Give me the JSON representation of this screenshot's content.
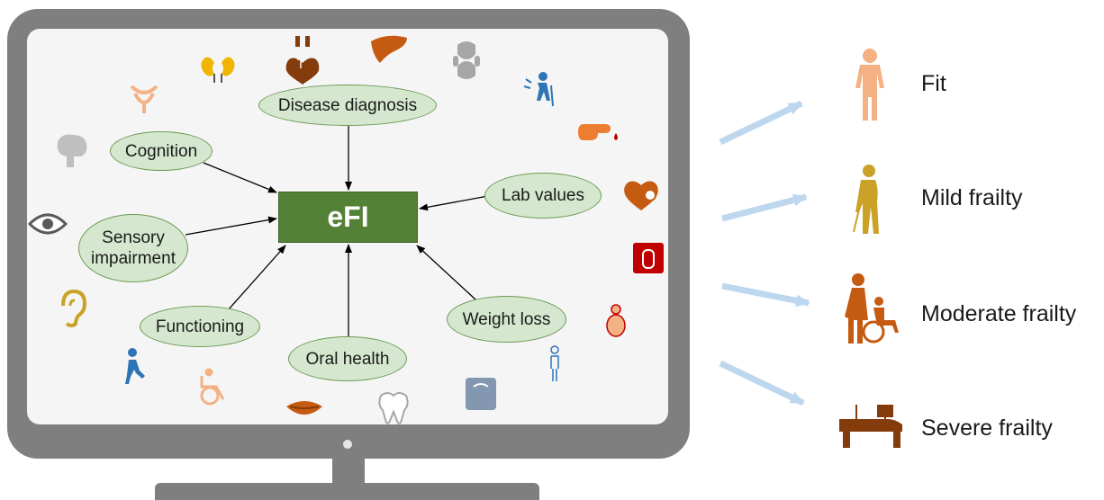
{
  "center": {
    "label": "eFI",
    "color": "#538135"
  },
  "domains": {
    "disease_diagnosis": "Disease diagnosis",
    "cognition": "Cognition",
    "lab_values": "Lab values",
    "sensory_impairment_line1": "Sensory",
    "sensory_impairment_line2": "impairment",
    "functioning": "Functioning",
    "oral_health": "Oral health",
    "weight_loss": "Weight loss"
  },
  "categories": [
    {
      "label": "Fit",
      "icon": "standing-person-icon",
      "color": "#f4b183"
    },
    {
      "label": "Mild frailty",
      "icon": "person-with-cane-icon",
      "color": "#c9a227"
    },
    {
      "label": "Moderate frailty",
      "icon": "wheelchair-with-helper-icon",
      "color": "#c55a11"
    },
    {
      "label": "Severe frailty",
      "icon": "hospital-bed-icon",
      "color": "#843c0c"
    }
  ],
  "icons": [
    "kidneys-icon",
    "heart-icon",
    "liver-icon",
    "joint-icon",
    "bladder-icon",
    "back-pain-icon",
    "brain-icon",
    "finger-prick-icon",
    "eye-icon",
    "heart-rate-icon",
    "ear-icon",
    "medication-icon",
    "walking-person-icon",
    "overweight-person-icon",
    "wheelchair-icon",
    "lips-icon",
    "tooth-icon",
    "scale-icon",
    "thin-person-icon"
  ],
  "colors": {
    "node_fill": "#d5e8cf",
    "node_border": "#6e9a55",
    "monitor": "#7f7f7f",
    "arrow": "#bdd7ee"
  }
}
